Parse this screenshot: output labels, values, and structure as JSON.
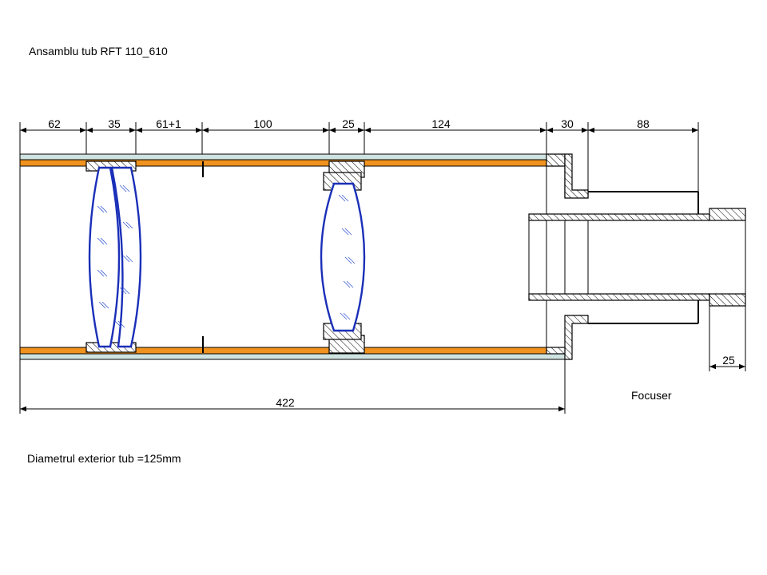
{
  "title": "Ansamblu tub RFT 110_610",
  "note": "Diametrul exterior tub =125mm",
  "focuser_label": "Focuser",
  "dimensions": {
    "top": [
      "62",
      "35",
      "61+1",
      "100",
      "25",
      "124",
      "30",
      "88"
    ],
    "overall": "422",
    "drawtube_end": "25"
  },
  "colors": {
    "tube_wall": "#f0921e",
    "tube_outer": "#cfe3e0",
    "lens_stroke": "#1a2fb8"
  }
}
